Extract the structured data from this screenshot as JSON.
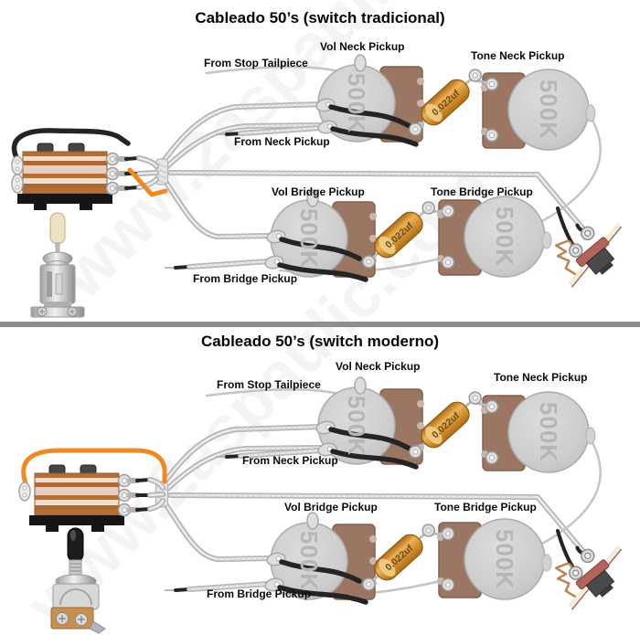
{
  "watermark": {
    "text": "www.2aspaulic.com"
  },
  "components": {
    "pot_value": "500K",
    "cap_value": "0.022uf"
  },
  "sections": [
    {
      "title": "Cableado 50’s (switch tradicional)",
      "labels": {
        "from_stop_tailpiece": "From Stop Tailpiece",
        "vol_neck": "Vol Neck Pickup",
        "tone_neck": "Tone Neck Pickup",
        "from_neck": "From Neck Pickup",
        "vol_bridge": "Vol Bridge Pickup",
        "tone_bridge": "Tone Bridge Pickup",
        "from_bridge": "From Bridge Pickup"
      }
    },
    {
      "title": "Cableado 50’s (switch moderno)",
      "labels": {
        "from_stop_tailpiece": "From Stop Tailpiece",
        "vol_neck": "Vol Neck Pickup",
        "tone_neck": "Tone Neck Pickup",
        "from_neck": "From Neck Pickup",
        "vol_bridge": "Vol Bridge Pickup",
        "tone_bridge": "Tone Bridge Pickup",
        "from_bridge": "From Bridge Pickup"
      }
    }
  ],
  "colors": {
    "background": "#ffffff",
    "divider": "#8e8e8e",
    "wire_gray": "#b3b3b3",
    "wire_black": "#222222",
    "wire_orange": "#f08a1f",
    "pot_body": "#cdcdcd",
    "pot_casing": "#9b7663",
    "cap_body": "#d99428",
    "copper_contact": "#bd854e"
  }
}
